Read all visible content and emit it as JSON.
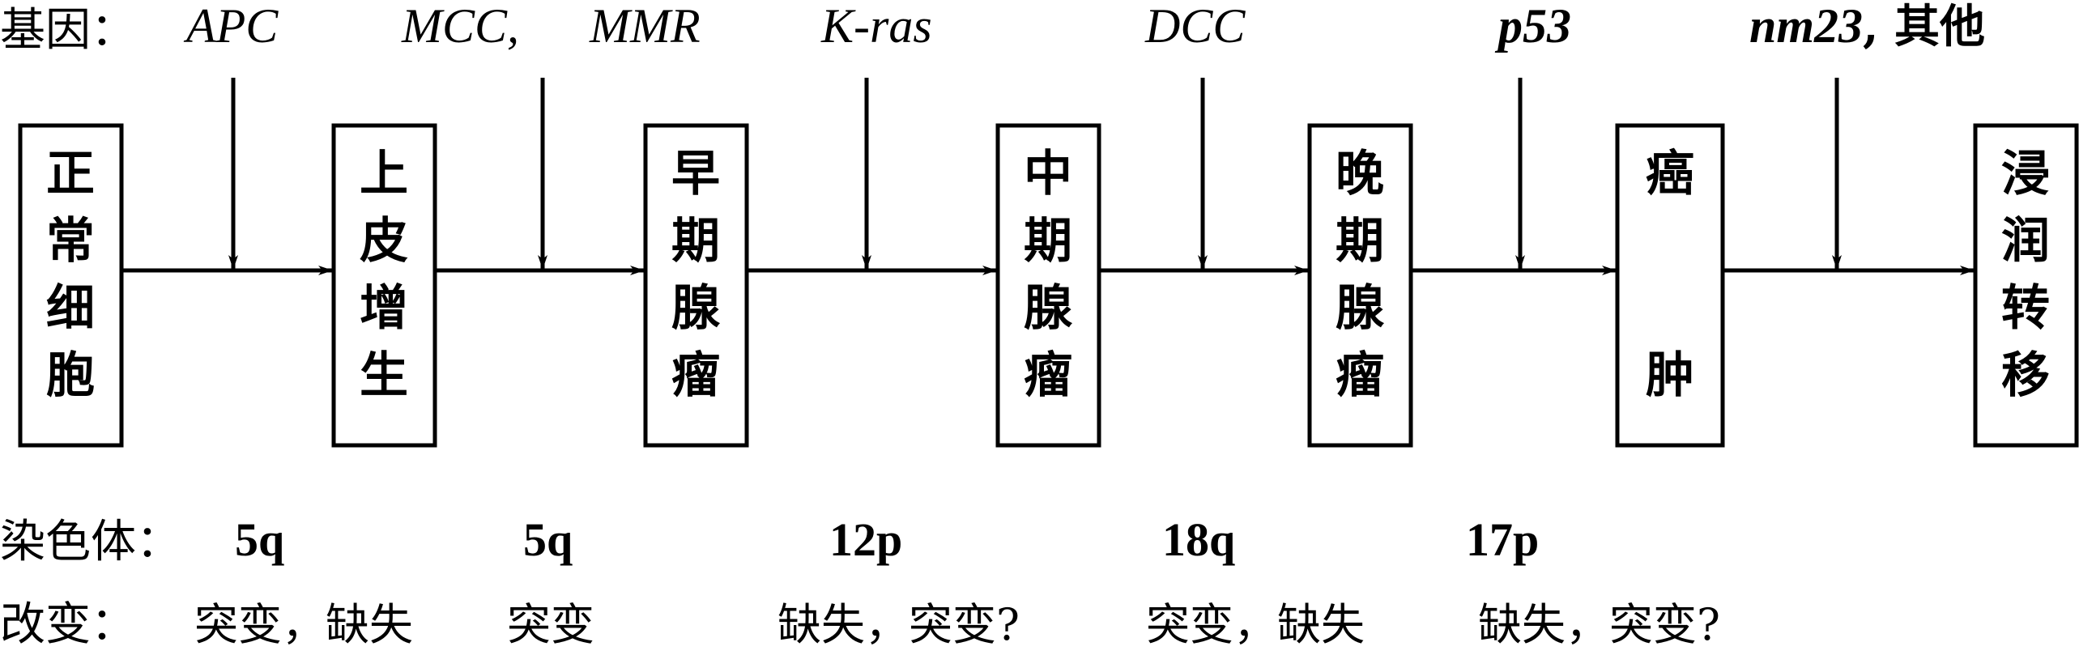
{
  "labels": {
    "gene": "基因：",
    "chromosome": "染色体：",
    "change": "改变："
  },
  "genes": [
    {
      "text": "APC",
      "weight": "normal"
    },
    {
      "text": "MCC,",
      "weight": "normal"
    },
    {
      "text": "MMR",
      "weight": "normal"
    },
    {
      "text": "K-ras",
      "weight": "normal"
    },
    {
      "text": "DCC",
      "weight": "normal"
    },
    {
      "text": "p53",
      "weight": "bold"
    },
    {
      "text": "nm23",
      "weight": "bold",
      "suffix": ", 其他"
    }
  ],
  "stages": [
    [
      "正",
      "常",
      "细",
      "胞"
    ],
    [
      "上",
      "皮",
      "增",
      "生"
    ],
    [
      "早",
      "期",
      "腺",
      "瘤"
    ],
    [
      "中",
      "期",
      "腺",
      "瘤"
    ],
    [
      "晚",
      "期",
      "腺",
      "瘤"
    ],
    [
      "癌",
      "肿"
    ],
    [
      "浸",
      "润",
      "转",
      "移"
    ]
  ],
  "chromosomes": [
    "5q",
    "5q",
    "12p",
    "18q",
    "17p"
  ],
  "changes": [
    "突变，缺失",
    "突变",
    "缺失，突变?",
    "突变，缺失",
    "缺失，突变?"
  ]
}
